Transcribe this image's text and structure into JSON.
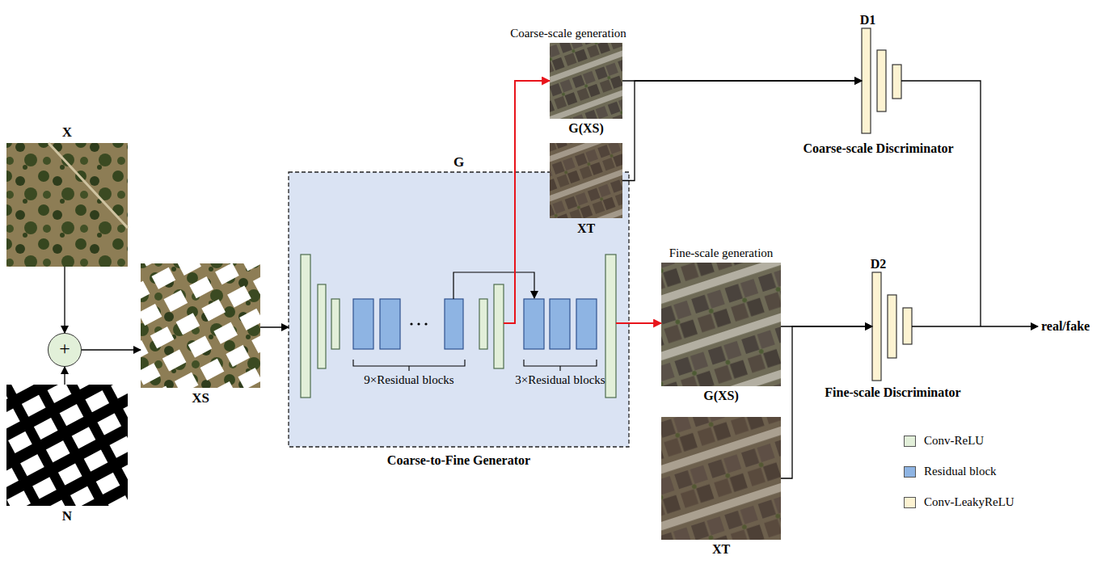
{
  "diagram": {
    "nodes": [
      {
        "text": [
          "X"
        ]
      },
      {
        "text": [
          "+"
        ]
      },
      {
        "text": [
          "N"
        ]
      },
      {
        "text": [
          "XS"
        ]
      },
      {
        "text": [
          "G",
          "Coarse-to-Fine Generator"
        ]
      },
      {
        "text": [
          "Coarse-scale generation",
          "G(XS)"
        ]
      },
      {
        "text": [
          "XT"
        ]
      },
      {
        "text": [
          "D1",
          "Coarse-scale Discriminator"
        ]
      },
      {
        "text": [
          "Fine-scale generation",
          "G(XS)"
        ]
      },
      {
        "text": [
          "XT"
        ]
      },
      {
        "text": [
          "D2",
          "Fine-scale Discriminator"
        ]
      }
    ],
    "edges": [
      {
        "from": 0,
        "to": 1,
        "arrow": "to"
      },
      {
        "from": 2,
        "to": 1,
        "arrow": "to"
      },
      {
        "from": 1,
        "to": 3,
        "arrow": "to"
      },
      {
        "from": 3,
        "to": 4,
        "arrow": "to"
      },
      {
        "from": 4,
        "to": 5,
        "arrow": "to"
      },
      {
        "from": 4,
        "to": 8,
        "arrow": "to"
      },
      {
        "from": 5,
        "to": 7,
        "arrow": "to"
      },
      {
        "from": 6,
        "to": 7,
        "arrow": "to"
      },
      {
        "from": 8,
        "to": 10,
        "arrow": "to"
      },
      {
        "from": 9,
        "to": 10,
        "arrow": "to"
      }
    ],
    "labels": [
      "9×Residual blocks",
      "3×Residual blocks",
      "real/fake"
    ],
    "legend": [
      {
        "text": "Conv-ReLU",
        "color": "#e2efd9"
      },
      {
        "text": "Residual block",
        "color": "#8eb4e3"
      },
      {
        "text": "Conv-LeakyReLU",
        "color": "#fdf3d2"
      }
    ]
  }
}
